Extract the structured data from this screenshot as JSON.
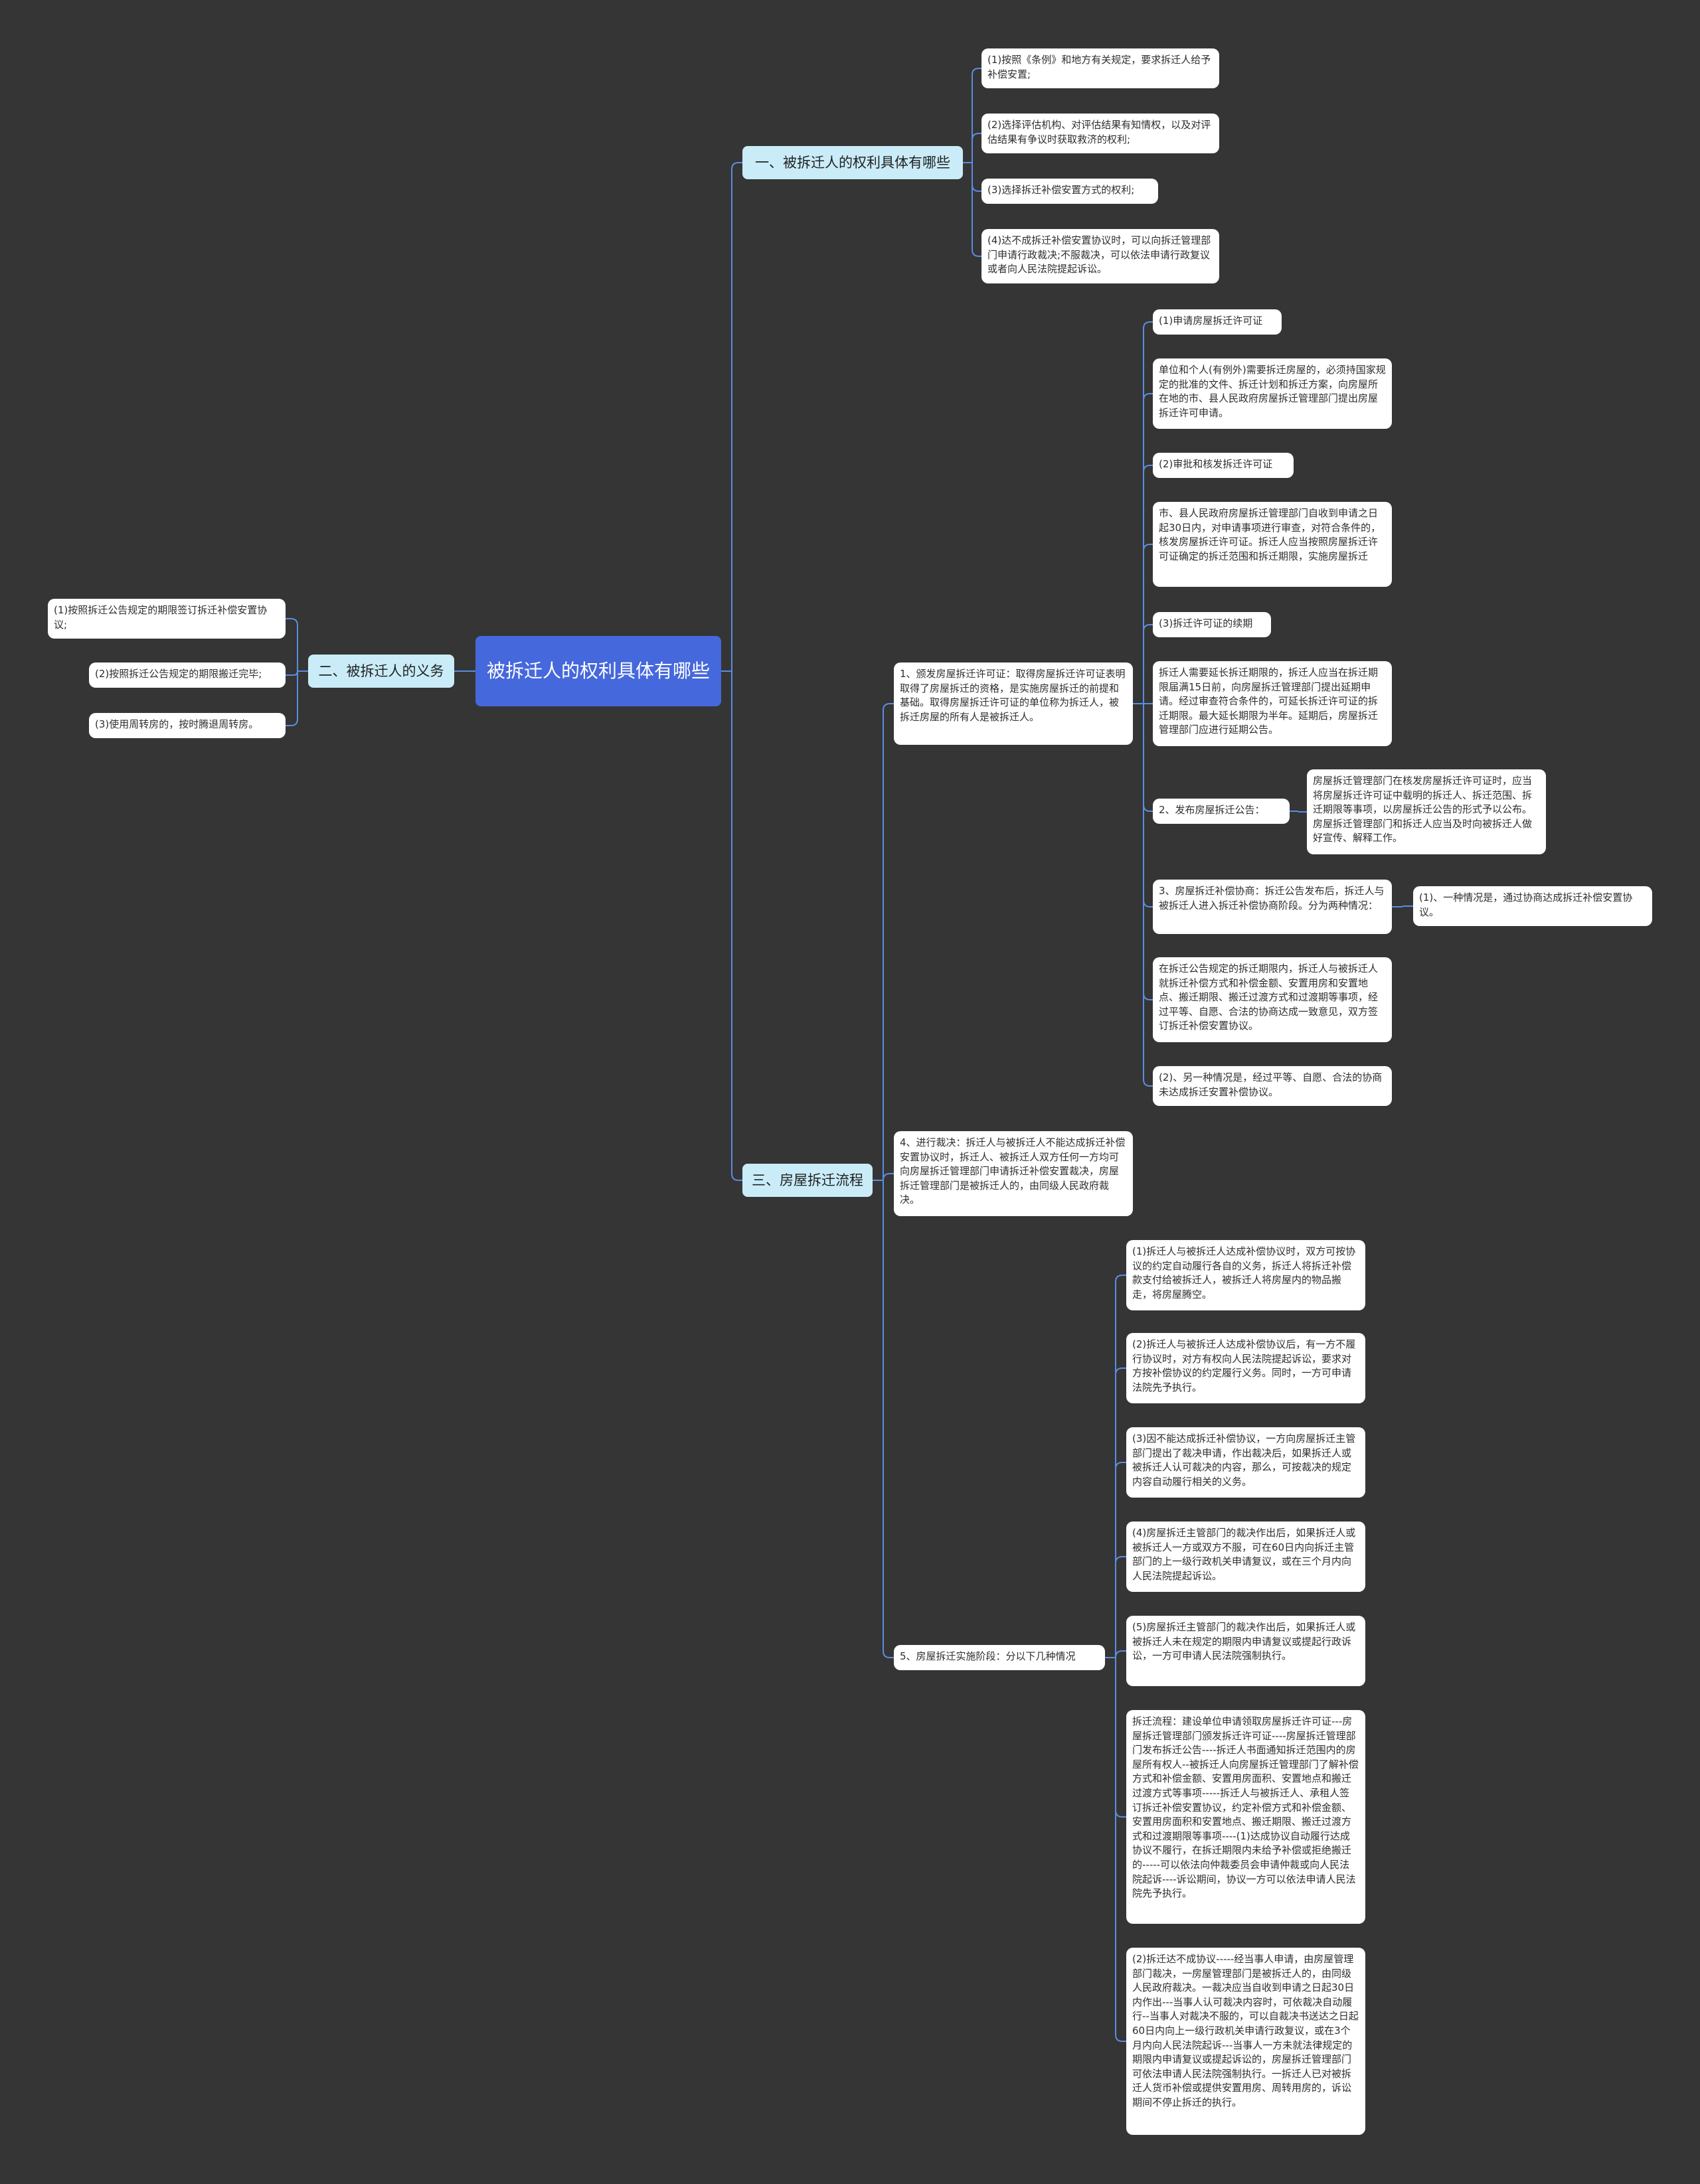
{
  "root": "被拆迁人的权利具体有哪些",
  "branch1": {
    "title": "一、被拆迁人的权利具体有哪些",
    "items": [
      "(1)按照《条例》和地方有关规定，要求拆迁人给予补偿安置;",
      "(2)选择评估机构、对评估结果有知情权，以及对评估结果有争议时获取救济的权利;",
      "(3)选择拆迁补偿安置方式的权利;",
      "(4)达不成拆迁补偿安置协议时，可以向拆迁管理部门申请行政裁决;不服裁决，可以依法申请行政复议或者向人民法院提起诉讼。"
    ]
  },
  "branch2": {
    "title": "二、被拆迁人的义务",
    "items": [
      "(1)按照拆迁公告规定的期限签订拆迁补偿安置协议;",
      "(2)按照拆迁公告规定的期限搬迁完毕;",
      "(3)使用周转房的，按时腾退周转房。"
    ]
  },
  "branch3": {
    "title": "三、房屋拆迁流程",
    "step1": {
      "text": "1、颁发房屋拆迁许可证：取得房屋拆迁许可证表明取得了房屋拆迁的资格，是实施房屋拆迁的前提和基础。取得房屋拆迁许可证的单位称为拆迁人，被拆迁房屋的所有人是被拆迁人。",
      "children": [
        "(1)申请房屋拆迁许可证",
        "单位和个人(有例外)需要拆迁房屋的，必须持国家规定的批准的文件、拆迁计划和拆迁方案，向房屋所在地的市、县人民政府房屋拆迁管理部门提出房屋拆迁许可申请。",
        "(2)审批和核发拆迁许可证",
        "市、县人民政府房屋拆迁管理部门自收到申请之日起30日内，对申请事项进行审查，对符合条件的，核发房屋拆迁许可证。拆迁人应当按照房屋拆迁许可证确定的拆迁范围和拆迁期限，实施房屋拆迁",
        "(3)拆迁许可证的续期",
        "拆迁人需要延长拆迁期限的，拆迁人应当在拆迁期限届满15日前，向房屋拆迁管理部门提出延期申请。经过审查符合条件的，可延长拆迁许可证的拆迁期限。最大延长期限为半年。延期后，房屋拆迁管理部门应进行延期公告。"
      ]
    },
    "step2": {
      "text": "2、发布房屋拆迁公告：",
      "child": "房屋拆迁管理部门在核发房屋拆迁许可证时，应当将房屋拆迁许可证中载明的拆迁人、拆迁范围、拆迁期限等事项，以房屋拆迁公告的形式予以公布。房屋拆迁管理部门和拆迁人应当及时向被拆迁人做好宣传、解释工作。"
    },
    "step3": {
      "text": "3、房屋拆迁补偿协商：拆迁公告发布后，拆迁人与被拆迁人进入拆迁补偿协商阶段。分为两种情况：",
      "child": "(1)、一种情况是，通过协商达成拆迁补偿安置协议。",
      "after": [
        "在拆迁公告规定的拆迁期限内，拆迁人与被拆迁人就拆迁补偿方式和补偿金额、安置用房和安置地点、搬迁期限、搬迁过渡方式和过渡期等事项，经过平等、自愿、合法的协商达成一致意见，双方签订拆迁补偿安置协议。",
        "(2)、另一种情况是，经过平等、自愿、合法的协商未达成拆迁安置补偿协议。"
      ]
    },
    "step4": {
      "text": "4、进行裁决：拆迁人与被拆迁人不能达成拆迁补偿安置协议时，拆迁人、被拆迁人双方任何一方均可向房屋拆迁管理部门申请拆迁补偿安置裁决，房屋拆迁管理部门是被拆迁人的，由同级人民政府裁决。"
    },
    "step5": {
      "text": "5、房屋拆迁实施阶段：分以下几种情况",
      "children": [
        "(1)拆迁人与被拆迁人达成补偿协议时，双方可按协议的约定自动履行各自的义务，拆迁人将拆迁补偿款支付给被拆迁人，被拆迁人将房屋内的物品搬走，将房屋腾空。",
        "(2)拆迁人与被拆迁人达成补偿协议后，有一方不履行协议时，对方有权向人民法院提起诉讼，要求对方按补偿协议的约定履行义务。同时，一方可申请法院先予执行。",
        "(3)因不能达成拆迁补偿协议，一方向房屋拆迁主管部门提出了裁决申请，作出裁决后，如果拆迁人或被拆迁人认可裁决的内容，那么，可按裁决的规定内容自动履行相关的义务。",
        "(4)房屋拆迁主管部门的裁决作出后，如果拆迁人或被拆迁人一方或双方不服，可在60日内向拆迁主管部门的上一级行政机关申请复议，或在三个月内向人民法院提起诉讼。",
        "(5)房屋拆迁主管部门的裁决作出后，如果拆迁人或被拆迁人未在规定的期限内申请复议或提起行政诉讼，一方可申请人民法院强制执行。",
        "拆迁流程：建设单位申请领取房屋拆迁许可证---房屋拆迁管理部门颁发拆迁许可证----房屋拆迁管理部门发布拆迁公告----拆迁人书面通知拆迁范围内的房屋所有权人--被拆迁人向房屋拆迁管理部门了解补偿方式和补偿金额、安置用房面积、安置地点和搬迁过渡方式等事项-----拆迁人与被拆迁人、承租人签订拆迁补偿安置协议，约定补偿方式和补偿金额、安置用房面积和安置地点、搬迁期限、搬迁过渡方式和过渡期限等事项----(1)达成协议自动履行达成协议不履行，在拆迁期限内未给予补偿或拒绝搬迁的-----可以依法向仲裁委员会申请仲裁或向人民法院起诉----诉讼期间，协议一方可以依法申请人民法院先予执行。",
        "(2)拆迁达不成协议-----经当事人申请，由房屋管理部门裁决，一房屋管理部门是被拆迁人的，由同级人民政府裁决。一裁决应当自收到申请之日起30日内作出---当事人认可裁决内容时，可依裁决自动履行--当事人对裁决不服的，可以自裁决书送达之日起60日内向上一级行政机关申请行政复议，或在3个月内向人民法院起诉---当事人一方未就法律规定的期限内申请复议或提起诉讼的，房屋拆迁管理部门可依法申请人民法院强制执行。一拆迁人已对被拆迁人货币补偿或提供安置用房、周转用房的，诉讼期间不停止拆迁的执行。"
      ]
    }
  },
  "colors": {
    "background": "#353535",
    "root": "#4568dc",
    "level1": "#c9ecf8",
    "connector": "#5b8de0"
  }
}
